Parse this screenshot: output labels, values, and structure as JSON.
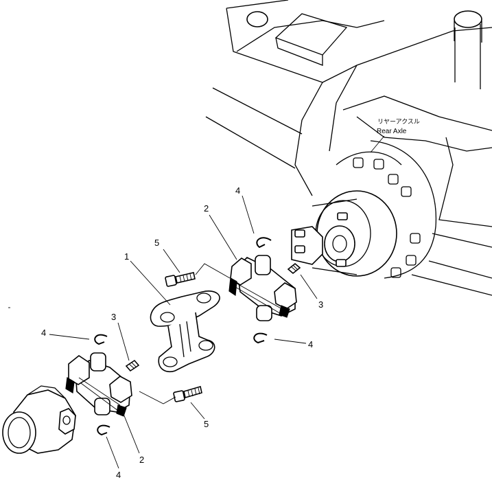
{
  "caption": {
    "jp": "リヤーアクスル",
    "en": "Rear Axle"
  },
  "callouts": {
    "upper_snap_ring": "4",
    "upper_bolt": "5",
    "upper_cross": "2",
    "flange": "1",
    "upper_fitting": "3",
    "upper_right_snap_ring": "4",
    "lower_fitting": "3",
    "lower_left_snap_ring": "4",
    "lower_bolt": "5",
    "lower_cross": "2",
    "bottom_snap_ring": "4"
  }
}
